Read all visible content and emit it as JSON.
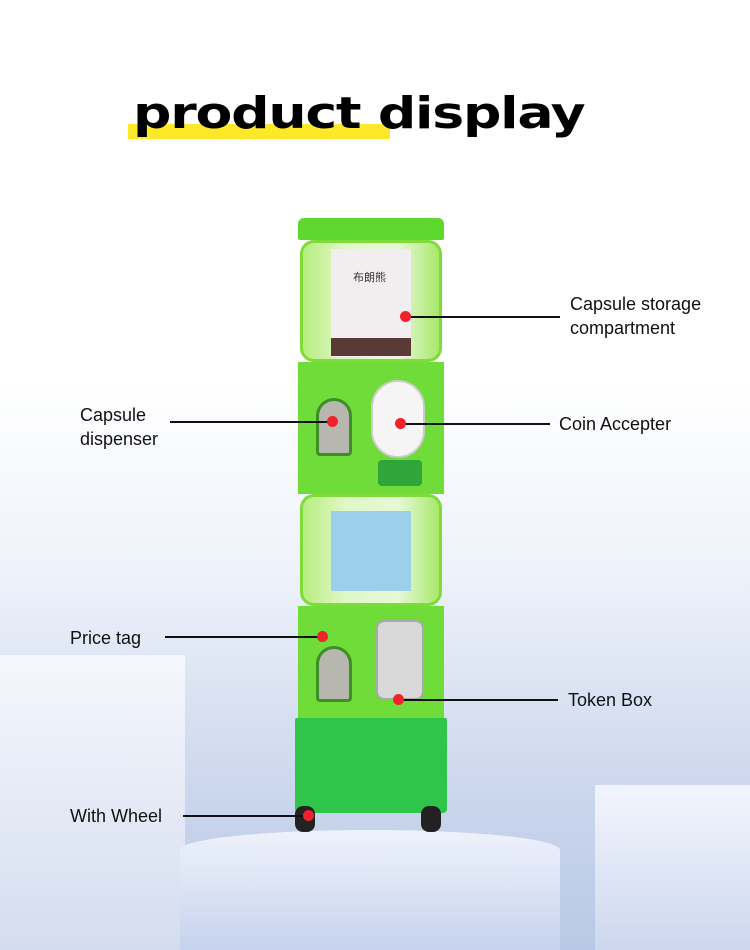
{
  "header": {
    "title": "product display",
    "accent": "#fde92a"
  },
  "machine": {
    "sticker_text": "布朗熊"
  },
  "labels": {
    "storage": [
      "Capsule storage",
      "compartment"
    ],
    "dispenser": [
      "Capsule",
      "dispenser"
    ],
    "coin": "Coin Accepter",
    "price": "Price tag",
    "token": "Token Box",
    "wheel": "With Wheel"
  }
}
